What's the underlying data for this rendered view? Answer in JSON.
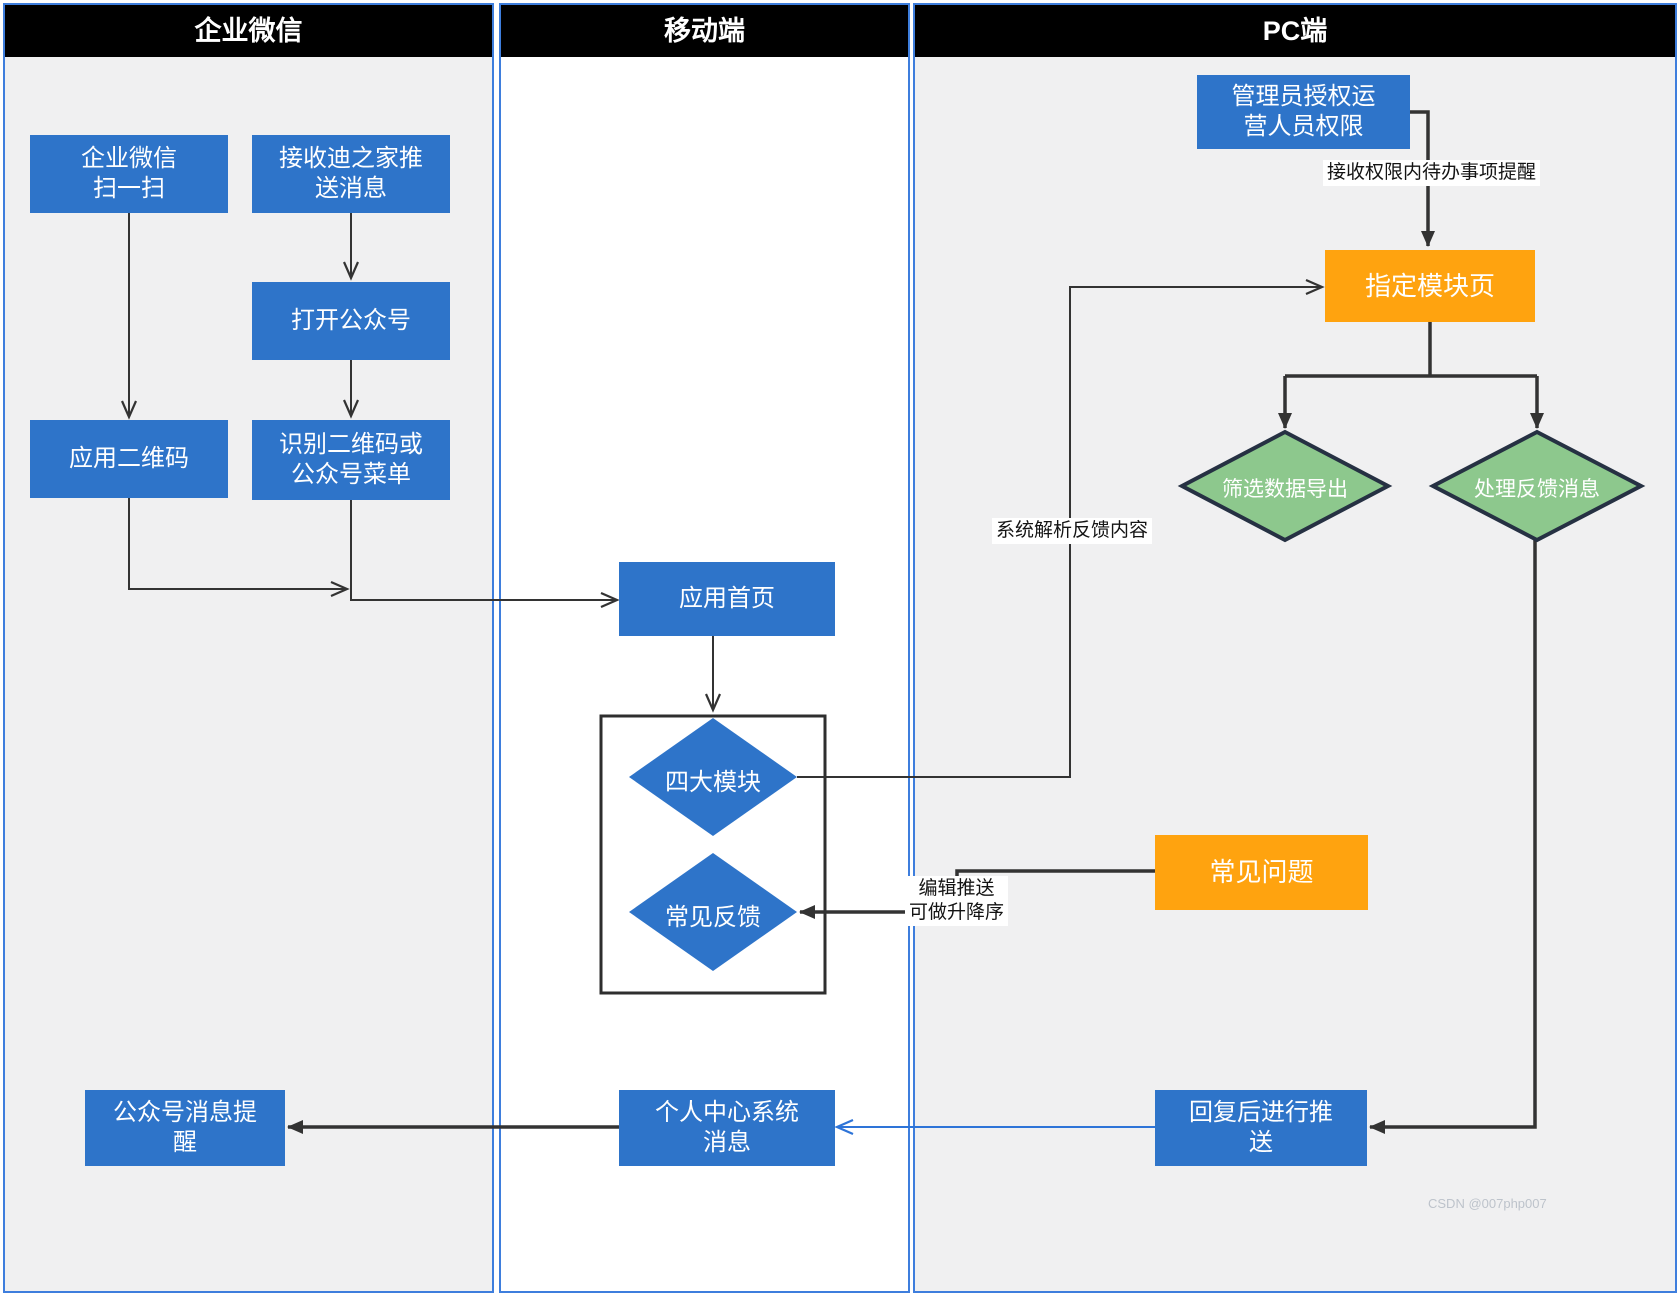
{
  "lanes": [
    {
      "title": "企业微信"
    },
    {
      "title": "移动端"
    },
    {
      "title": "PC端"
    }
  ],
  "nodes": {
    "wechat_scan": {
      "label": "企业微信\n扫一扫",
      "type": "process",
      "color": "#2e74c9"
    },
    "receive_push": {
      "label": "接收迪之家推\n送消息",
      "type": "process",
      "color": "#2e74c9"
    },
    "open_official": {
      "label": "打开公众号",
      "type": "process",
      "color": "#2e74c9"
    },
    "app_qrcode": {
      "label": "应用二维码",
      "type": "process",
      "color": "#2e74c9"
    },
    "scan_qr_menu": {
      "label": "识别二维码或\n公众号菜单",
      "type": "process",
      "color": "#2e74c9"
    },
    "official_notice": {
      "label": "公众号消息提\n醒",
      "type": "process",
      "color": "#2e74c9"
    },
    "app_home": {
      "label": "应用首页",
      "type": "process",
      "color": "#2e74c9"
    },
    "four_modules": {
      "label": "四大模块",
      "type": "decision",
      "color": "#2e74c9"
    },
    "common_feedback": {
      "label": "常见反馈",
      "type": "decision",
      "color": "#2e74c9"
    },
    "personal_center": {
      "label": "个人中心系统\n消息",
      "type": "process",
      "color": "#2e74c9"
    },
    "admin_auth": {
      "label": "管理员授权运\n营人员权限",
      "type": "process",
      "color": "#2e74c9"
    },
    "assigned_module": {
      "label": "指定模块页",
      "type": "process",
      "color": "#ffa30f"
    },
    "filter_export": {
      "label": "筛选数据导出",
      "type": "decision",
      "color": "#8dc88d"
    },
    "handle_feedback": {
      "label": "处理反馈消息",
      "type": "decision",
      "color": "#8dc88d"
    },
    "common_questions": {
      "label": "常见问题",
      "type": "process",
      "color": "#ffa30f"
    },
    "reply_push": {
      "label": "回复后进行推\n送",
      "type": "process",
      "color": "#2e74c9"
    }
  },
  "edge_labels": {
    "receive_todo": "接收权限内待办事项提醒",
    "system_parse": "系统解析反馈内容",
    "edit_push": "编辑推送\n可做升降序"
  },
  "watermark": "CSDN @007php007",
  "colors": {
    "process_blue": "#2e74c9",
    "accent_orange": "#ffa30f",
    "decision_green": "#8dc88d",
    "decision_green_border": "#263143",
    "lane_border_blue": "#3e7edd",
    "lane_bg_gray": "#f0f0f1",
    "header_black": "#000000",
    "connector_dark": "#333333",
    "connector_blue": "#2e74d8"
  }
}
